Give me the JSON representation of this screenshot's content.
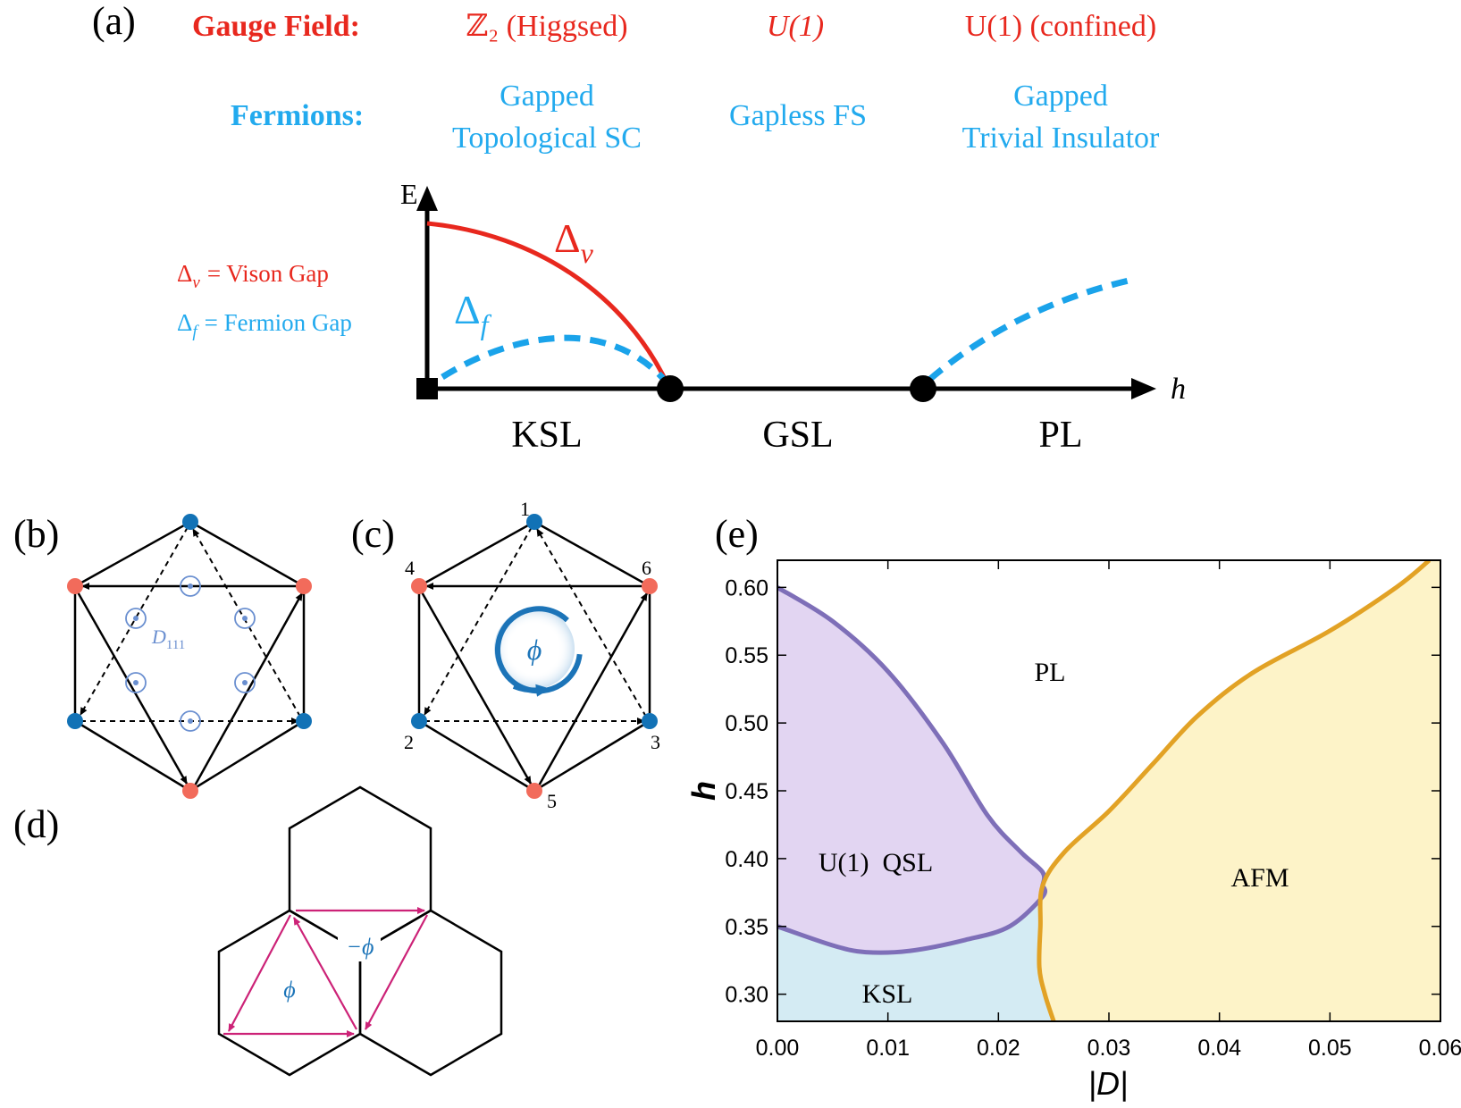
{
  "colors": {
    "red": "#e8281e",
    "blue_text": "#22aaee",
    "dash_blue": "#1aa3ea",
    "node_blue": "#1272b6",
    "node_red": "#f26b5b",
    "magenta": "#cc2277",
    "dot_blue": "#6a8fd0",
    "flux_blue": "#1c74b8",
    "purple_fill": "#e2d5f2",
    "purple_line": "#7e6fb8",
    "kls_fill": "#d4ebf3",
    "afm_fill": "#fdf3c8",
    "orange_line": "#e2a225"
  },
  "panel_labels": {
    "a": "(a)",
    "b": "(b)",
    "c": "(c)",
    "d": "(d)",
    "e": "(e)"
  },
  "panel_a": {
    "gauge_label": "Gauge Field:",
    "gauge_values": [
      "ℤ₂ (Higgsed)",
      "U(1)",
      "U(1) (confined)"
    ],
    "fermion_label": "Fermions:",
    "fermion_lines": [
      [
        "Gapped",
        "Topological SC"
      ],
      [
        "Gapless FS"
      ],
      [
        "Gapped",
        "Trivial Insulator"
      ]
    ],
    "axis_y": "E",
    "axis_x": "h",
    "curve_v_label": "Δ",
    "curve_v_sub": "v",
    "curve_f_label": "Δ",
    "curve_f_sub": "f",
    "legend_v": "Δ",
    "legend_v_sub": "v",
    "legend_v_text": "= Vison Gap",
    "legend_f": "Δ",
    "legend_f_sub": "f",
    "legend_f_text": "= Fermion Gap",
    "phases": [
      "KSL",
      "GSL",
      "PL"
    ]
  },
  "panel_b": {
    "label": "D",
    "label_sub": "111"
  },
  "panel_c": {
    "site_labels": [
      "1",
      "2",
      "3",
      "4",
      "5",
      "6"
    ],
    "flux": "ϕ"
  },
  "panel_d": {
    "flux_inner": "ϕ",
    "flux_outer": "−ϕ"
  },
  "chart_data": {
    "type": "area",
    "xlabel": "|D|",
    "ylabel": "h",
    "xlim": [
      0,
      0.06
    ],
    "ylim": [
      0.28,
      0.62
    ],
    "x_ticks": [
      "0.00",
      "0.01",
      "0.02",
      "0.03",
      "0.04",
      "0.05",
      "0.06"
    ],
    "y_ticks": [
      "0.30",
      "0.35",
      "0.40",
      "0.45",
      "0.50",
      "0.55",
      "0.60"
    ],
    "regions": [
      "PL",
      "U(1)  QSL",
      "KSL",
      "AFM"
    ],
    "boundaries": [
      {
        "name": "QSL upper",
        "points": [
          [
            0,
            0.6
          ],
          [
            0.005,
            0.575
          ],
          [
            0.01,
            0.538
          ],
          [
            0.015,
            0.485
          ],
          [
            0.019,
            0.432
          ],
          [
            0.022,
            0.405
          ],
          [
            0.024,
            0.39
          ],
          [
            0.024,
            0.38
          ]
        ]
      },
      {
        "name": "QSL lower",
        "points": [
          [
            0,
            0.35
          ],
          [
            0.005,
            0.336
          ],
          [
            0.008,
            0.331
          ],
          [
            0.012,
            0.332
          ],
          [
            0.017,
            0.34
          ],
          [
            0.021,
            0.35
          ],
          [
            0.024,
            0.372
          ],
          [
            0.024,
            0.38
          ]
        ]
      },
      {
        "name": "AFM boundary",
        "points": [
          [
            0.025,
            0.28
          ],
          [
            0.0242,
            0.3
          ],
          [
            0.0237,
            0.32
          ],
          [
            0.0238,
            0.35
          ],
          [
            0.024,
            0.38
          ],
          [
            0.026,
            0.405
          ],
          [
            0.03,
            0.435
          ],
          [
            0.034,
            0.47
          ],
          [
            0.038,
            0.505
          ],
          [
            0.043,
            0.537
          ],
          [
            0.05,
            0.568
          ],
          [
            0.056,
            0.6
          ],
          [
            0.059,
            0.62
          ]
        ]
      }
    ]
  }
}
